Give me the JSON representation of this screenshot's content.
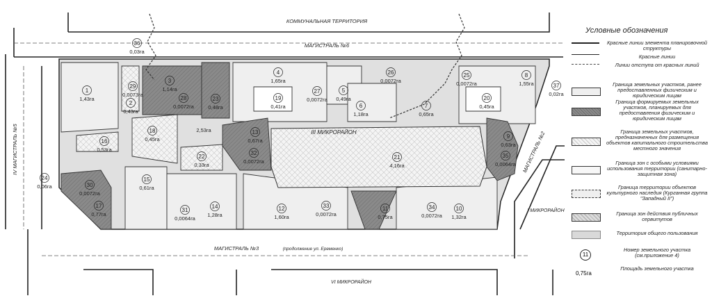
{
  "roads": {
    "top_area": "КОММУНАЛЬНАЯ ТЕРРИТОРИЯ",
    "road6": "МАГИСТРАЛЬ №6",
    "road5": "IV МАГИСТРАЛЬ №5",
    "road2": "МАГИСТРАЛЬ №2",
    "road3": "МАГИСТРАЛЬ №3",
    "road3_note": "(продолжение ул. Еременко)",
    "district_i": "I МИКРОРАЙОН",
    "district_vi": "VI МИКРОРАЙОН",
    "district_iii": "III МИКРОРАЙОН",
    "center_area": "2,53га"
  },
  "parcels": [
    {
      "id": "p1",
      "num": "1",
      "area": "1,43га"
    },
    {
      "id": "p2",
      "num": "2",
      "area": "0,43га"
    },
    {
      "id": "p3",
      "num": "3",
      "area": "1,14га"
    },
    {
      "id": "p4",
      "num": "4",
      "area": "1,65га"
    },
    {
      "id": "p5",
      "num": "5",
      "area": "0,49га"
    },
    {
      "id": "p6",
      "num": "6",
      "area": "1,18га"
    },
    {
      "id": "p7",
      "num": "7",
      "area": "0,65га"
    },
    {
      "id": "p8",
      "num": "8",
      "area": "1,55га"
    },
    {
      "id": "p9",
      "num": "9",
      "area": "0,63га"
    },
    {
      "id": "p10",
      "num": "10",
      "area": "1,32га"
    },
    {
      "id": "p11",
      "num": "11",
      "area": "0,75га"
    },
    {
      "id": "p12",
      "num": "12",
      "area": "1,60га"
    },
    {
      "id": "p13",
      "num": "13",
      "area": "0,67га"
    },
    {
      "id": "p14",
      "num": "14",
      "area": "1,28га"
    },
    {
      "id": "p15",
      "num": "15",
      "area": "0,61га"
    },
    {
      "id": "p16",
      "num": "16",
      "area": "0,53га"
    },
    {
      "id": "p17",
      "num": "17",
      "area": "0,77га"
    },
    {
      "id": "p18",
      "num": "18",
      "area": "0,45га"
    },
    {
      "id": "p19",
      "num": "19",
      "area": "0,41га"
    },
    {
      "id": "p20",
      "num": "20",
      "area": "0,45га"
    },
    {
      "id": "p21",
      "num": "21",
      "area": "4,16га"
    },
    {
      "id": "p22",
      "num": "22",
      "area": "0,33га"
    },
    {
      "id": "p23",
      "num": "23",
      "area": "0,48га"
    },
    {
      "id": "p24",
      "num": "24",
      "area": "0,06га"
    },
    {
      "id": "p25",
      "num": "25",
      "area": "0,0072га"
    },
    {
      "id": "p26",
      "num": "26",
      "area": "0,0072га"
    },
    {
      "id": "p27",
      "num": "27",
      "area": "0,0072га"
    },
    {
      "id": "p28",
      "num": "28",
      "area": "0,0072га"
    },
    {
      "id": "p29",
      "num": "29",
      "area": "0,0073га"
    },
    {
      "id": "p30",
      "num": "30",
      "area": "0,0072га"
    },
    {
      "id": "p31",
      "num": "31",
      "area": "0,0064га"
    },
    {
      "id": "p32",
      "num": "32",
      "area": "0,0072га"
    },
    {
      "id": "p33",
      "num": "33",
      "area": "0,0072га"
    },
    {
      "id": "p34",
      "num": "34",
      "area": "0,0072га"
    },
    {
      "id": "p35",
      "num": "35",
      "area": "0,0064га"
    },
    {
      "id": "p36",
      "num": "36",
      "area": "0,03га"
    },
    {
      "id": "p37",
      "num": "37",
      "area": "0,02га"
    }
  ],
  "legend": {
    "title": "Условные обозначения",
    "items": [
      {
        "kind": "red-line-element",
        "text": "Красные линии элемента планировочной структуры"
      },
      {
        "kind": "red-line",
        "text": "Красные линии"
      },
      {
        "kind": "setback-line",
        "text": "Линии отступа от красных линий"
      },
      {
        "kind": "existing-parcels",
        "text": "Граница земельных участков, ранее предоставленных физическим и юридическим лицам"
      },
      {
        "kind": "formed-parcels",
        "text": "Граница формируемых земельных участков, планируемых для предоставления физическим и юридическим лицам"
      },
      {
        "kind": "capital-parcels",
        "text": "Граница земельных участков, предназначенных для размещения объектов капитального строительства местного значения"
      },
      {
        "kind": "special-zones",
        "text": "Граница зон с особыми условиями использования территории (санитарно-защитная зона)"
      },
      {
        "kind": "heritage",
        "text": "Граница территории объектов культурного наследия (Курганная группа \"Западный II\")"
      },
      {
        "kind": "servitude",
        "text": "Граница зон действия публичных сервитутов"
      },
      {
        "kind": "public-territory",
        "text": "Территория общего пользования"
      },
      {
        "kind": "parcel-number",
        "symbol": "11",
        "text": "Номер земельного участка (см.приложение 4)"
      },
      {
        "kind": "parcel-area",
        "symbol": "0,75га",
        "text": "Площадь земельного участка"
      }
    ]
  },
  "colors": {
    "public": "#d9d9d9",
    "formed": "#8c8c8c",
    "existing": "#efefef",
    "line": "#222222"
  }
}
